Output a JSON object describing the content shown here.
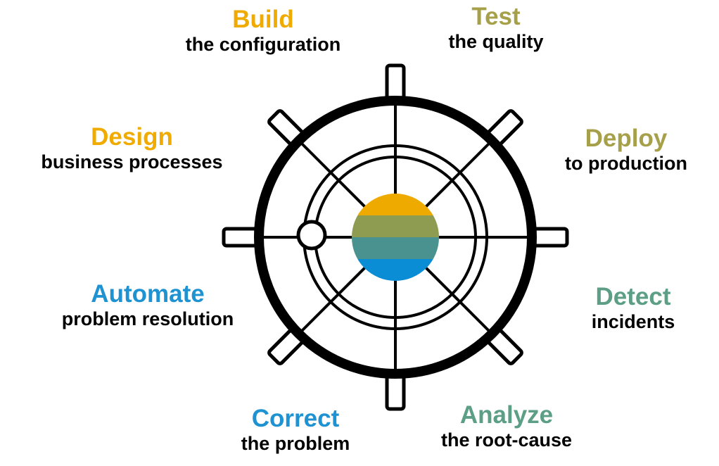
{
  "colors": {
    "gold": "#F0AB00",
    "olive": "#A6A04A",
    "green": "#5C9E86",
    "blue": "#1F93D2",
    "hub_gold": "#EFAA00",
    "hub_olive": "#8E9C51",
    "hub_teal": "#4A928F",
    "hub_blue": "#0A8DD4",
    "wheel": "#000000"
  },
  "steps": [
    {
      "id": "build",
      "title": "Build",
      "subtitle": "the configuration",
      "color": "#F0AB00"
    },
    {
      "id": "test",
      "title": "Test",
      "subtitle": "the quality",
      "color": "#A6A04A"
    },
    {
      "id": "deploy",
      "title": "Deploy",
      "subtitle": "to production",
      "color": "#A6A04A"
    },
    {
      "id": "detect",
      "title": "Detect",
      "subtitle": "incidents",
      "color": "#5C9E86"
    },
    {
      "id": "analyze",
      "title": "Analyze",
      "subtitle": "the root-cause",
      "color": "#5C9E86"
    },
    {
      "id": "correct",
      "title": "Correct",
      "subtitle": "the problem",
      "color": "#1F93D2"
    },
    {
      "id": "automate",
      "title": "Automate",
      "subtitle": "problem resolution",
      "color": "#1F93D2"
    },
    {
      "id": "design",
      "title": "Design",
      "subtitle": "business processes",
      "color": "#F0AB00"
    }
  ],
  "icons": {
    "wheel": "ship-wheel-icon",
    "hub": "striped-hub-icon"
  }
}
